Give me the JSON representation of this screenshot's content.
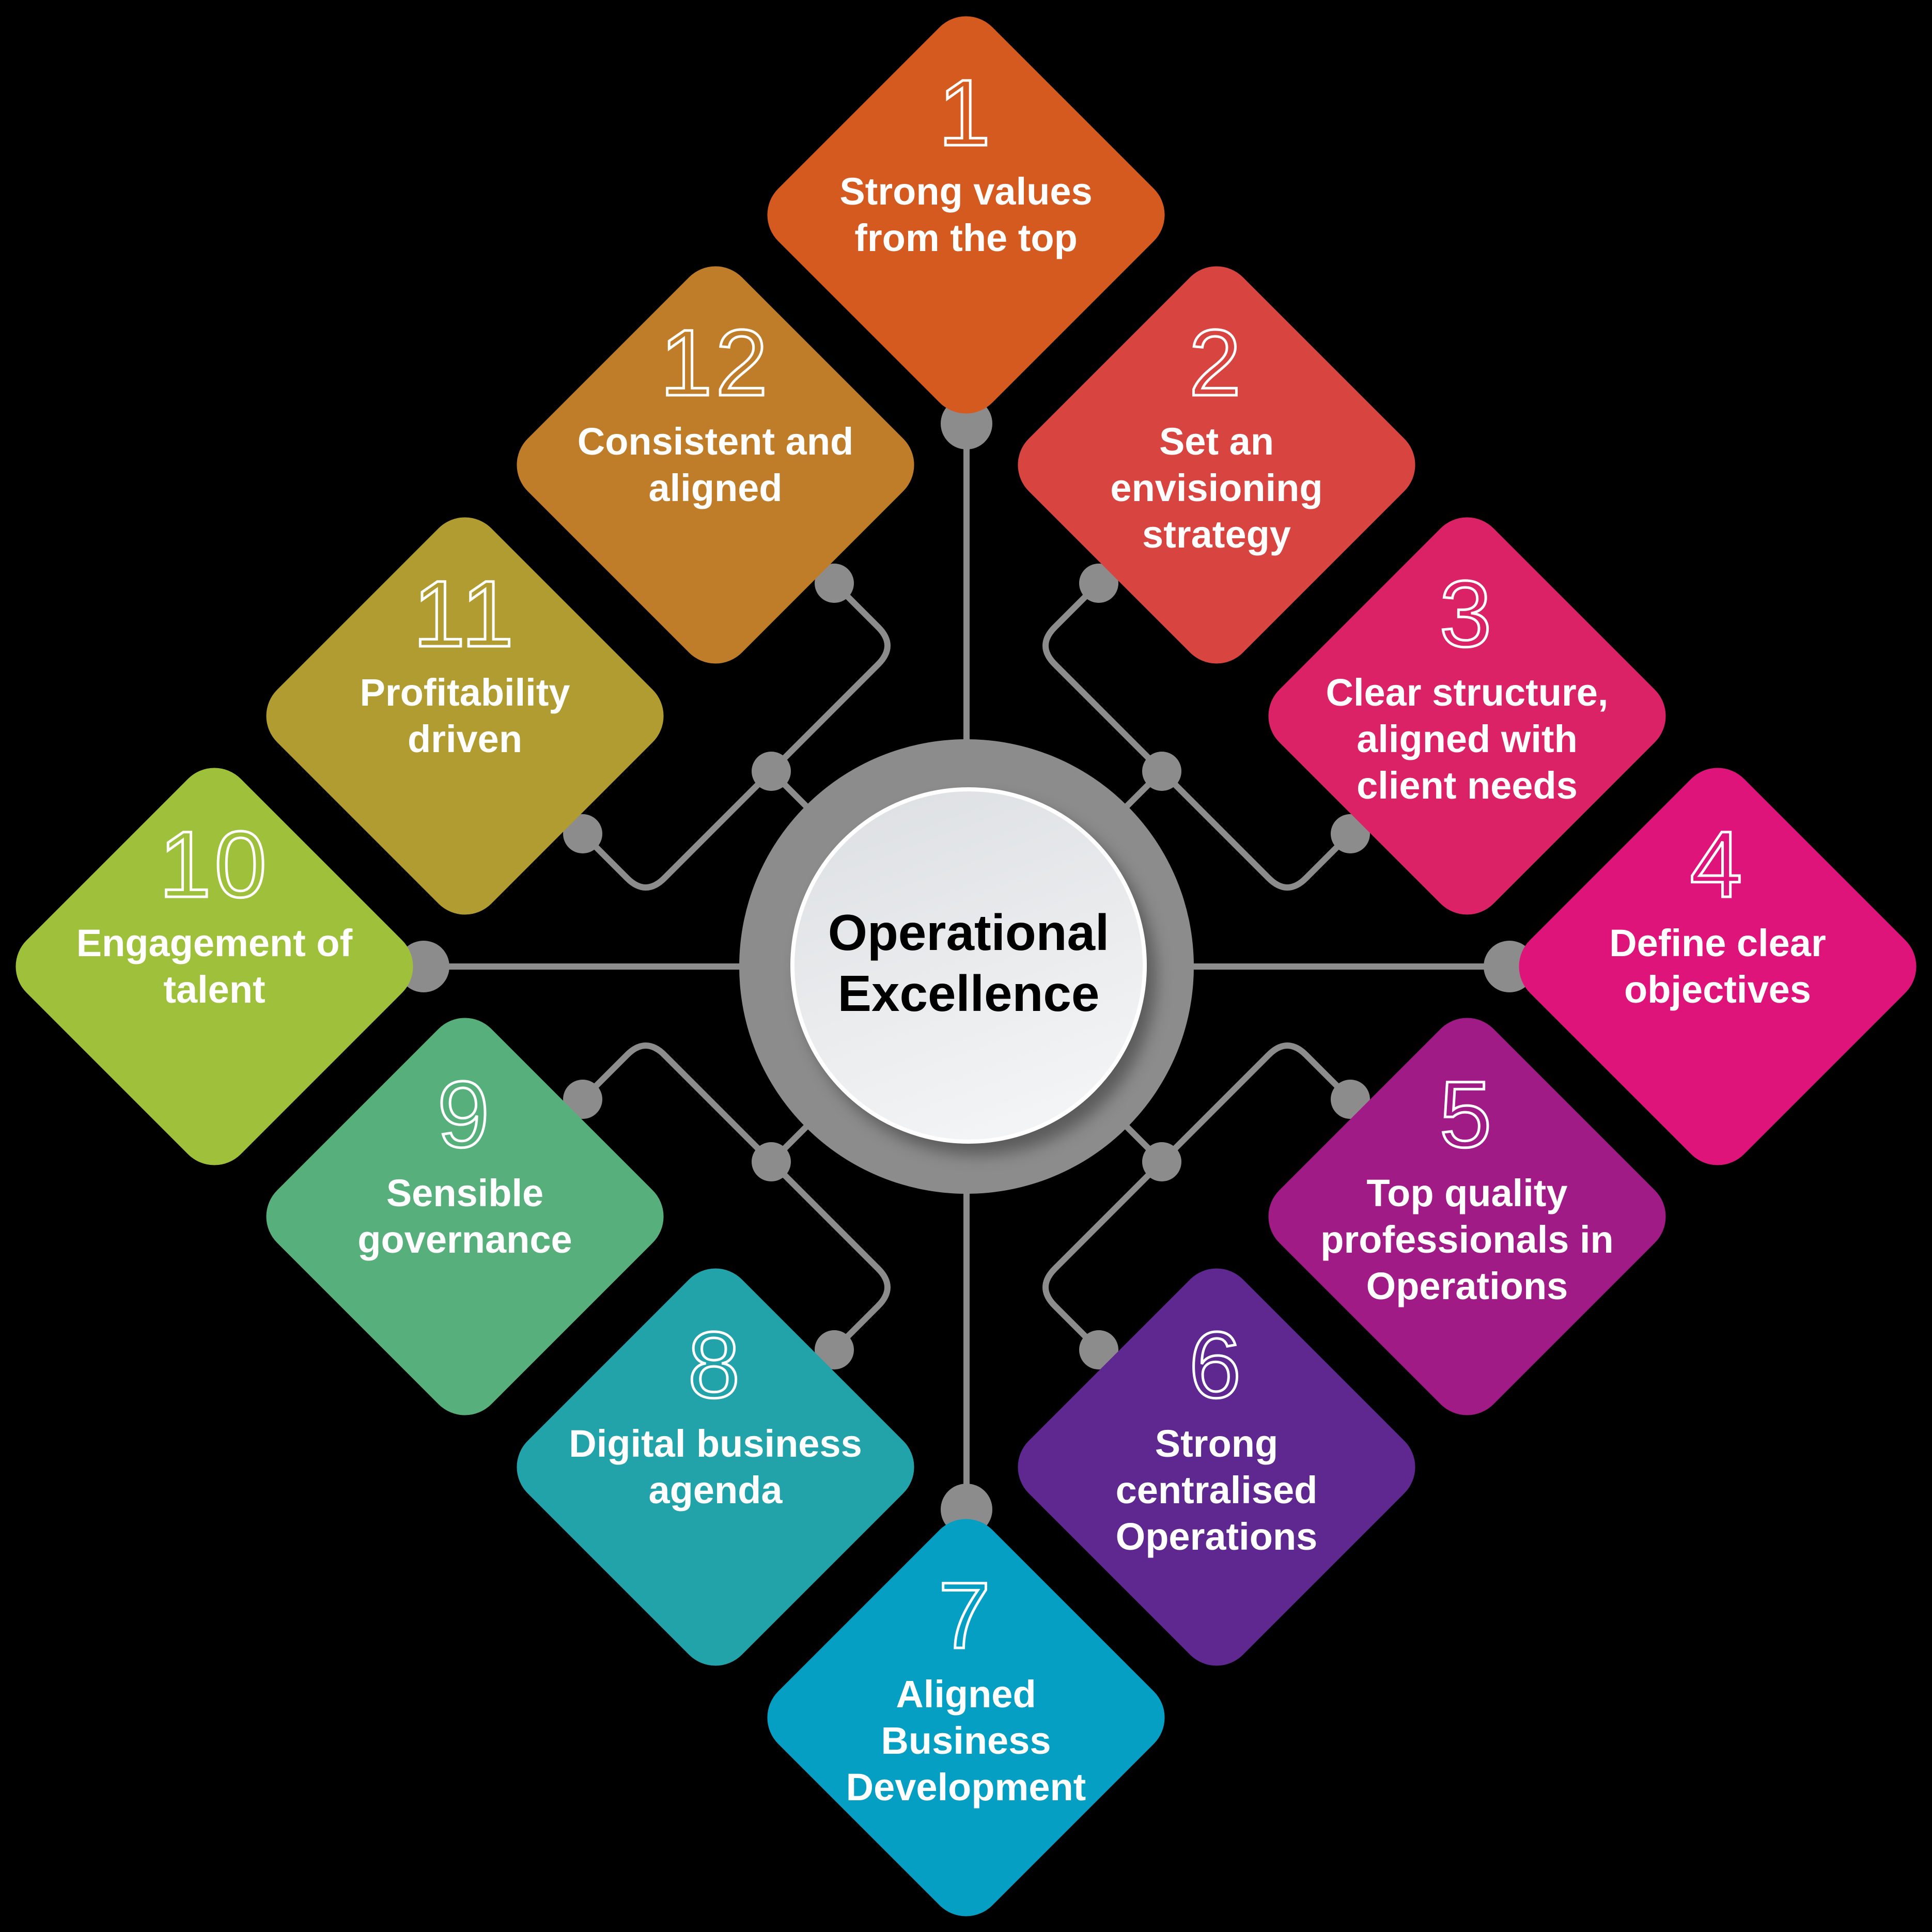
{
  "hub": {
    "title_line1": "Operational",
    "title_line2": "Excellence",
    "ring_color": "#8C8C8C",
    "inner_color": "#E6E8EA"
  },
  "connector_color": "#8C8C8C",
  "background_color": "#000000",
  "pillars": [
    {
      "number": "1",
      "label": "Strong values from the top",
      "color": "#D45A20"
    },
    {
      "number": "2",
      "label": "Set an envisioning strategy",
      "color": "#D8443F"
    },
    {
      "number": "3",
      "label": "Clear structure, aligned with client needs",
      "color": "#DB2266"
    },
    {
      "number": "4",
      "label": "Define clear objectives",
      "color": "#DE147A"
    },
    {
      "number": "5",
      "label": "Top quality professionals in Operations",
      "color": "#A11B86"
    },
    {
      "number": "6",
      "label": "Strong centralised Operations",
      "color": "#5E2890"
    },
    {
      "number": "7",
      "label": "Aligned Business Development",
      "color": "#069FC4"
    },
    {
      "number": "8",
      "label": "Digital business agenda",
      "color": "#22A3AA"
    },
    {
      "number": "9",
      "label": "Sensible governance",
      "color": "#57B07B"
    },
    {
      "number": "10",
      "label": "Engagement of talent",
      "color": "#9EC03A"
    },
    {
      "number": "11",
      "label": "Profitability driven",
      "color": "#B09C30"
    },
    {
      "number": "12",
      "label": "Consistent and aligned",
      "color": "#C07D29"
    }
  ]
}
